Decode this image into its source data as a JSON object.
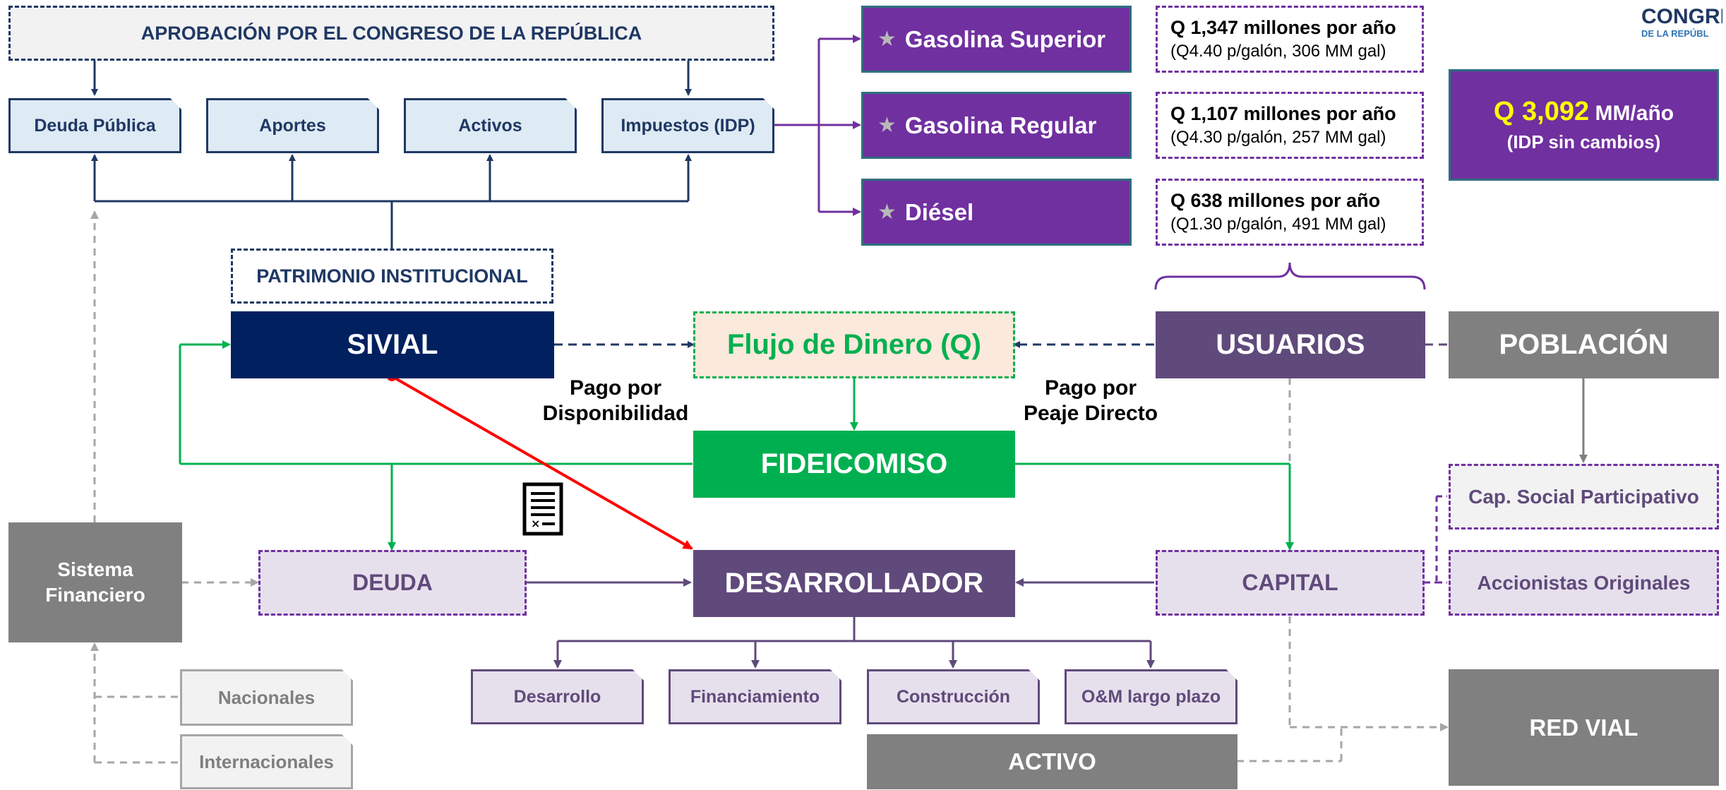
{
  "top": {
    "congress": "APROBACIÓN POR EL CONGRESO DE LA REPÚBLICA",
    "funds": [
      "Deuda Pública",
      "Aportes",
      "Activos",
      "Impuestos (IDP)"
    ],
    "patrimonio": "PATRIMONIO INSTITUCIONAL"
  },
  "fuels": [
    {
      "name": "Gasolina Superior",
      "amount": "Q 1,347 millones por año",
      "detail": "(Q4.40 p/galón, 306 MM gal)"
    },
    {
      "name": "Gasolina Regular",
      "amount": "Q 1,107 millones por año",
      "detail": "(Q4.30 p/galón, 257 MM gal)"
    },
    {
      "name": "Diésel",
      "amount": "Q 638 millones por año",
      "detail": "(Q1.30 p/galón, 491 MM gal)"
    }
  ],
  "total": {
    "amount": "Q 3,092",
    "unit": "MM/año",
    "note": "(IDP sin cambios)"
  },
  "logo": {
    "line1": "CONGRE",
    "line2": "DE LA REPÚBL"
  },
  "middle": {
    "sivial": "SIVIAL",
    "flujo": "Flujo de Dinero (Q)",
    "usuarios": "USUARIOS",
    "poblacion": "POBLACIÓN",
    "pago_disp_1": "Pago por",
    "pago_disp_2": "Disponibilidad",
    "pago_peaje_1": "Pago por",
    "pago_peaje_2": "Peaje Directo",
    "fideicomiso": "FIDEICOMISO"
  },
  "lower": {
    "sistema_1": "Sistema",
    "sistema_2": "Financiero",
    "deuda": "DEUDA",
    "desarrollador": "DESARROLLADOR",
    "capital": "CAPITAL",
    "cap_social": "Cap. Social Participativo",
    "accionistas": "Accionistas Originales",
    "nacionales": "Nacionales",
    "internacionales": "Internacionales",
    "components": [
      "Desarrollo",
      "Financiamiento",
      "Construcción",
      "O&M largo plazo"
    ],
    "activo": "ACTIVO",
    "red_vial": "RED VIAL"
  },
  "colors": {
    "navy": "#1f3864",
    "dark_navy": "#002060",
    "green": "#00b050",
    "purple": "#7030a0",
    "muted_purple": "#604a7b",
    "gray": "#808080",
    "red": "#ff0000",
    "yellow": "#ffff00"
  },
  "icons": {
    "fuel": "star-icon",
    "contract": "document-icon"
  }
}
